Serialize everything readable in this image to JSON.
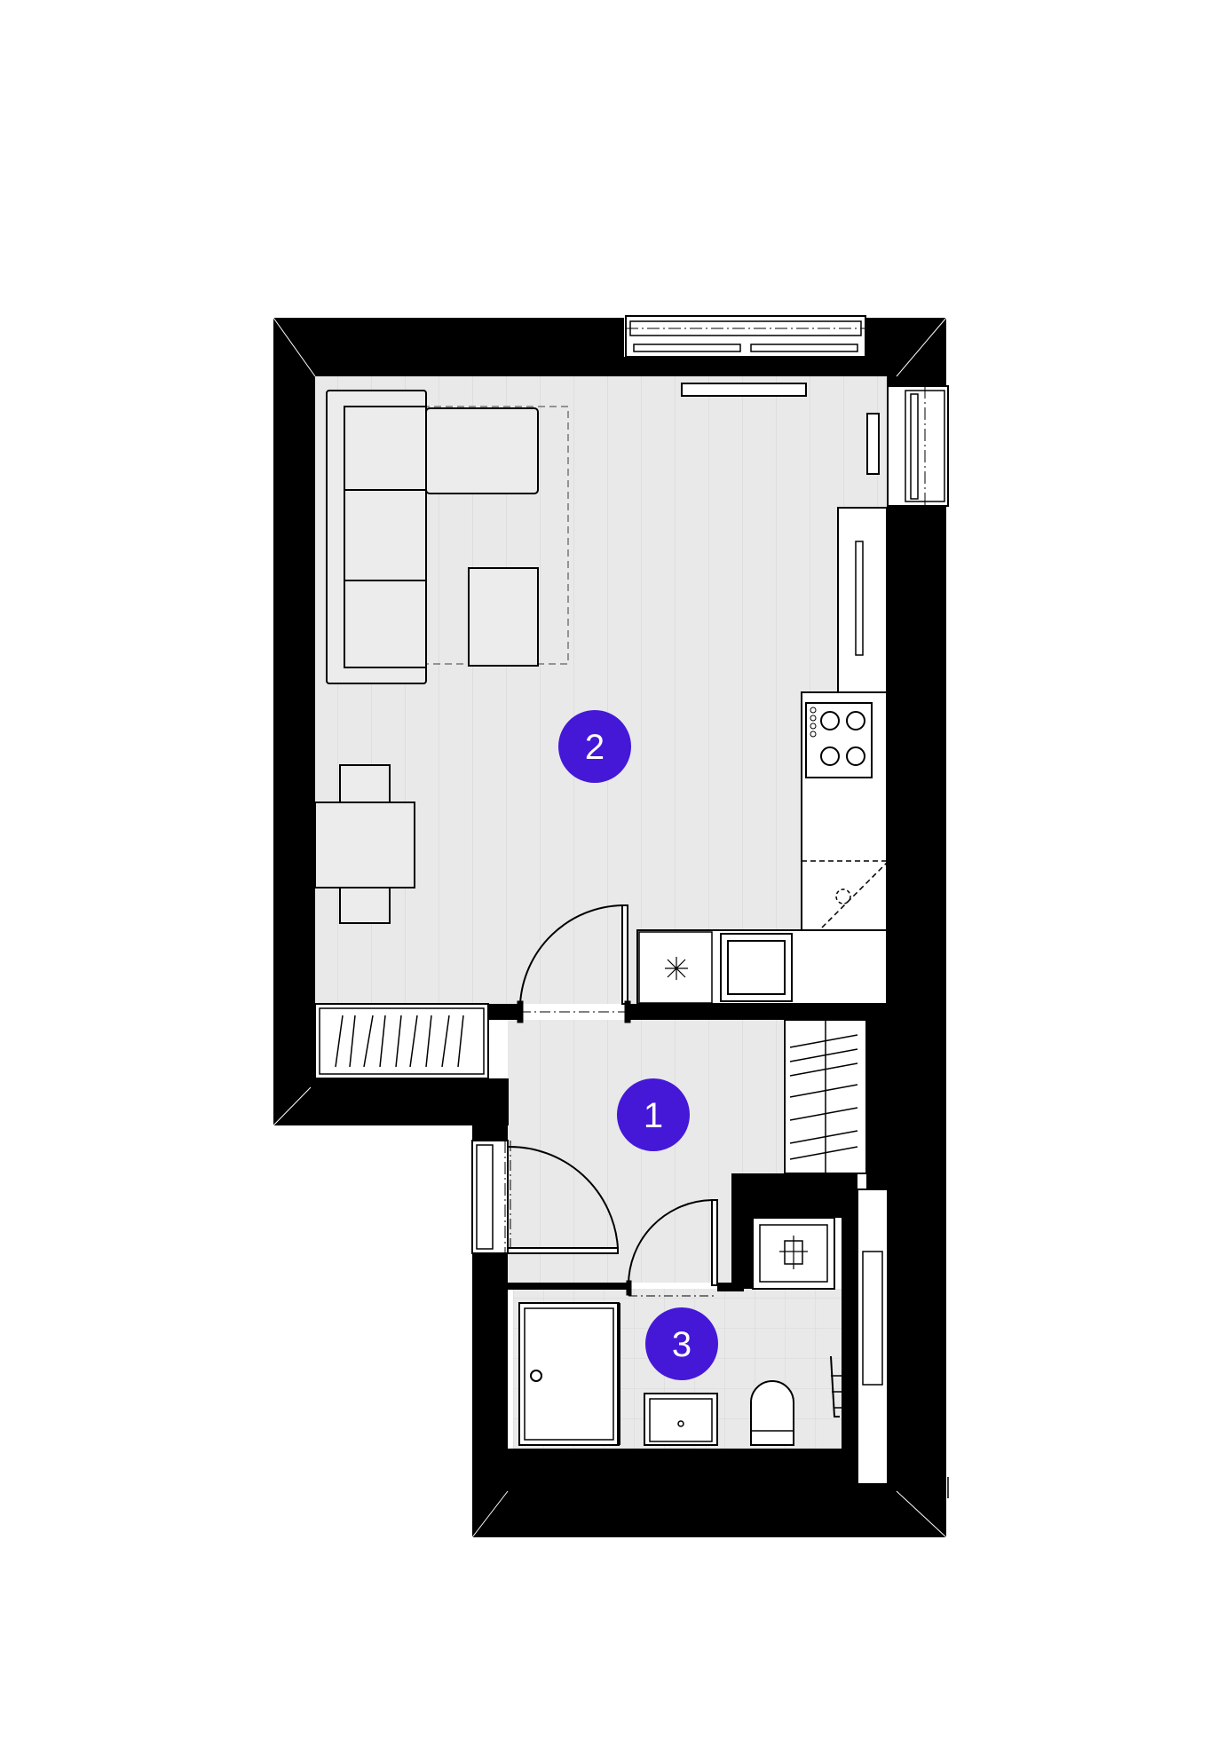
{
  "plan": {
    "accent_color": "#4518d8",
    "wall_color": "#000000",
    "floor_color": "#e9e9e9",
    "rooms": [
      {
        "number": "1"
      },
      {
        "number": "2"
      },
      {
        "number": "3"
      }
    ]
  }
}
